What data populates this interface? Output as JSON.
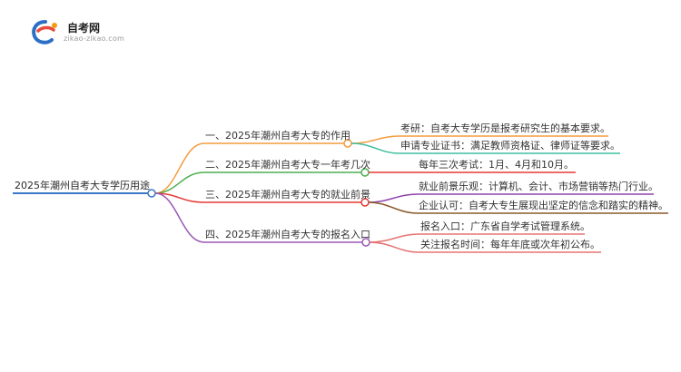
{
  "logo": {
    "title": "自考网",
    "subtitle": "zikao-zikao.com"
  },
  "root": {
    "label": "2025年潮州自考大专学历用途",
    "color": "#3a78c8"
  },
  "branches": [
    {
      "label": "一、2025年潮州自考大专的作用",
      "color": "#f39c3c",
      "children": [
        {
          "label": "考研：自考大专学历是报考研究生的基本要求。",
          "color": "#f39c3c"
        },
        {
          "label": "申请专业证书：满足教师资格证、律师证等要求。",
          "color": "#3fbfa0"
        }
      ]
    },
    {
      "label": "二、2025年潮州自考大专一年考几次",
      "color": "#4caf50",
      "children": [
        {
          "label": "每年三次考试：1月、4月和10月。",
          "color": "#e53935"
        }
      ]
    },
    {
      "label": "三、2025年潮州自考大专的就业前景",
      "color": "#e53935",
      "children": [
        {
          "label": "就业前景乐观：计算机、会计、市场营销等热门行业。",
          "color": "#8e44ad"
        },
        {
          "label": "企业认可：自考大专生展现出坚定的信念和踏实的精神。",
          "color": "#8b5a2b"
        }
      ]
    },
    {
      "label": "四、2025年潮州自考大专的报名入口",
      "color": "#9b59b6",
      "children": [
        {
          "label": "报名入口：广东省自学考试管理系统。",
          "color": "#e57373"
        },
        {
          "label": "关注报名时间：每年年底或次年初公布。",
          "color": "#e57373"
        }
      ]
    }
  ]
}
